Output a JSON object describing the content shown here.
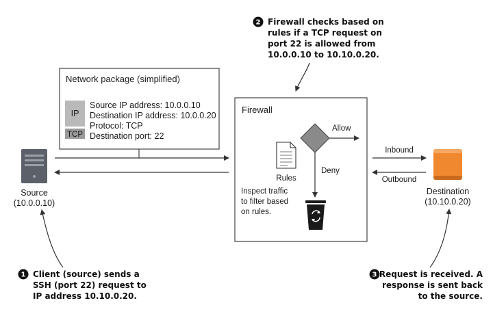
{
  "colors": {
    "line": "#333333",
    "packet_ip": "#b9b9b9",
    "packet_tcp": "#9a9a9a",
    "diamond": "#8a8a8a",
    "server": "#5c6068",
    "destination": "#f0882f",
    "bin": "#1a1a1a"
  },
  "icons": {
    "source": "server-icon",
    "destination": "destination-box-icon",
    "rules": "document-icon",
    "decision": "decision-diamond-icon",
    "bin": "recycle-bin-icon"
  },
  "packet": {
    "title": "Network package (simplified)",
    "ip_tag": "IP",
    "tcp_tag": "TCP",
    "fields": [
      "Source IP address: 10.0.0.10",
      "Destination IP address: 10.0.0.20",
      "Protocol: TCP",
      "Destination port: 22"
    ]
  },
  "firewall": {
    "title": "Firewall",
    "allow_label": "Allow",
    "deny_label": "Deny",
    "rules_label": "Rules",
    "inspect_lines": [
      "Inspect traffic",
      "to filter based",
      "on rules."
    ]
  },
  "source": {
    "label": "Source",
    "ip": "(10.0.0.10)"
  },
  "destination": {
    "label": "Destination",
    "ip": "(10.10.0.20)",
    "inbound_label": "Inbound",
    "outbound_label": "Outbound"
  },
  "callouts": {
    "step1": {
      "number": "1",
      "lines": [
        "Client (source) sends a",
        "SSH (port 22) request to",
        "IP address 10.10.0.20."
      ]
    },
    "step2": {
      "number": "2",
      "lines": [
        "Firewall checks based on",
        "rules if a TCP request on",
        "port 22 is allowed from",
        "10.0.0.10 to 10.10.0.20."
      ]
    },
    "step3": {
      "number": "3",
      "lines": [
        "Request is received. A",
        "response is sent back",
        "to the source."
      ]
    }
  }
}
